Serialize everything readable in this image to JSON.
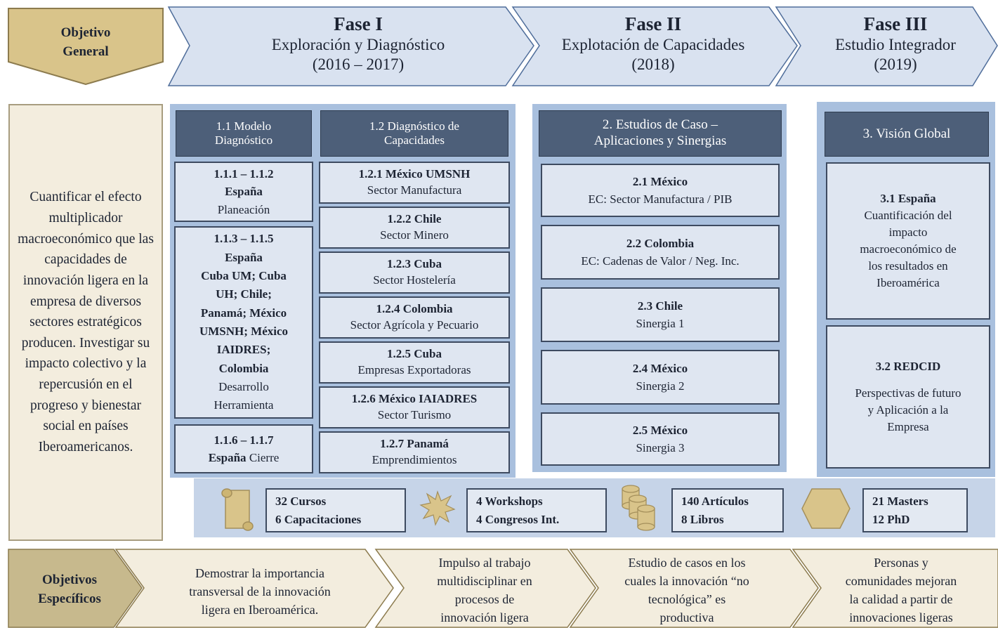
{
  "objetivo_general": {
    "label_line1": "Objetivo",
    "label_line2": "General",
    "text": "Cuantificar el efecto multiplicador macroeconómico que las capacidades de innovación ligera en la empresa de diversos sectores estratégicos producen. Investigar su impacto colectivo y la repercusión en el progreso y bienestar social en países Iberoamericanos."
  },
  "phases": [
    {
      "title": "Fase I",
      "subtitle": "Exploración y Diagnóstico",
      "years": "(2016 – 2017)"
    },
    {
      "title": "Fase II",
      "subtitle": "Explotación de Capacidades",
      "years": "(2018)"
    },
    {
      "title": "Fase III",
      "subtitle": "Estudio Integrador",
      "years": "(2019)"
    }
  ],
  "headers": {
    "h11_line1": "1.1 Modelo",
    "h11_line2": "Diagnóstico",
    "h12_line1": "1.2 Diagnóstico de",
    "h12_line2": "Capacidades",
    "h2_line1": "2. Estudios de Caso –",
    "h2_line2": "Aplicaciones y Sinergias",
    "h3": "3. Visión Global"
  },
  "col11": [
    {
      "bold1": "1.1.1 – 1.1.2",
      "bold2": "España",
      "normal": "Planeación"
    },
    {
      "bold1": "1.1.3 – 1.1.5",
      "bold2": "España",
      "bold3": "Cuba UM; Cuba",
      "bold4": "UH; Chile;",
      "bold5": "Panamá; México",
      "bold6": "UMSNH; México",
      "bold7": "IAIDRES;",
      "bold8": "Colombia",
      "normal1": "Desarrollo",
      "normal2": "Herramienta"
    },
    {
      "bold1": "1.1.6 – 1.1.7",
      "bold2": "España",
      "normal": " Cierre"
    }
  ],
  "col12": [
    {
      "bold": "1.2.1 México UMSNH",
      "normal": "Sector Manufactura"
    },
    {
      "bold": "1.2.2 Chile",
      "normal": "Sector Minero"
    },
    {
      "bold": "1.2.3 Cuba",
      "normal": "Sector Hostelería"
    },
    {
      "bold": "1.2.4 Colombia",
      "normal": "Sector Agrícola y Pecuario"
    },
    {
      "bold": "1.2.5 Cuba",
      "normal": "Empresas Exportadoras"
    },
    {
      "bold": "1.2.6 México IAIADRES",
      "normal": "Sector Turismo"
    },
    {
      "bold": "1.2.7 Panamá",
      "normal": "Emprendimientos"
    }
  ],
  "col2": [
    {
      "bold": "2.1 México",
      "normal": "EC: Sector Manufactura / PIB"
    },
    {
      "bold": "2.2 Colombia",
      "normal": "EC: Cadenas de Valor / Neg. Inc."
    },
    {
      "bold": "2.3 Chile",
      "normal": "Sinergia 1"
    },
    {
      "bold": "2.4 México",
      "normal": "Sinergia 2"
    },
    {
      "bold": "2.5 México",
      "normal": "Sinergia 3"
    }
  ],
  "col3": [
    {
      "bold": "3.1 España",
      "n1": "Cuantificación del",
      "n2": "impacto",
      "n3": "macroeconómico de",
      "n4": "los resultados en",
      "n5": "Iberoamérica"
    },
    {
      "bold": "3.2 REDCID",
      "n1": "Perspectivas de futuro",
      "n2": "y Aplicación a la",
      "n3": "Empresa"
    }
  ],
  "stats": [
    {
      "line1": "32 Cursos",
      "line2": "6 Capacitaciones",
      "icon": "scroll-icon"
    },
    {
      "line1": "4 Workshops",
      "line2": "4 Congresos Int.",
      "icon": "star-burst-icon"
    },
    {
      "line1": "140 Artículos",
      "line2": "8 Libros",
      "icon": "database-stack-icon"
    },
    {
      "line1": "21 Masters",
      "line2": "12 PhD",
      "icon": "hexagon-icon"
    }
  ],
  "objetivos_especificos": {
    "label_line1": "Objetivos",
    "label_line2": "Específicos",
    "items": [
      {
        "l1": "Demostrar la importancia",
        "l2": "transversal de la innovación",
        "l3": "ligera en Iberoamérica."
      },
      {
        "l1": "Impulso al trabajo",
        "l2": "multidisciplinar en",
        "l3": "procesos de",
        "l4": "innovación ligera"
      },
      {
        "l1": "Estudio de casos en los",
        "l2": "cuales la innovación “no",
        "l3": "tecnológica” es",
        "l4": "productiva"
      },
      {
        "l1": "Personas y",
        "l2": "comunidades mejoran",
        "l3": "la calidad a partir de",
        "l4": "innovaciones ligeras"
      }
    ]
  },
  "colors": {
    "gold": "#d9c48a",
    "gold_dark": "#a48f5b",
    "phase_fill": "#d9e2f0",
    "header_fill": "#4d5f79",
    "panel_fill": "#a9c0de",
    "cream": "#f3edde"
  }
}
